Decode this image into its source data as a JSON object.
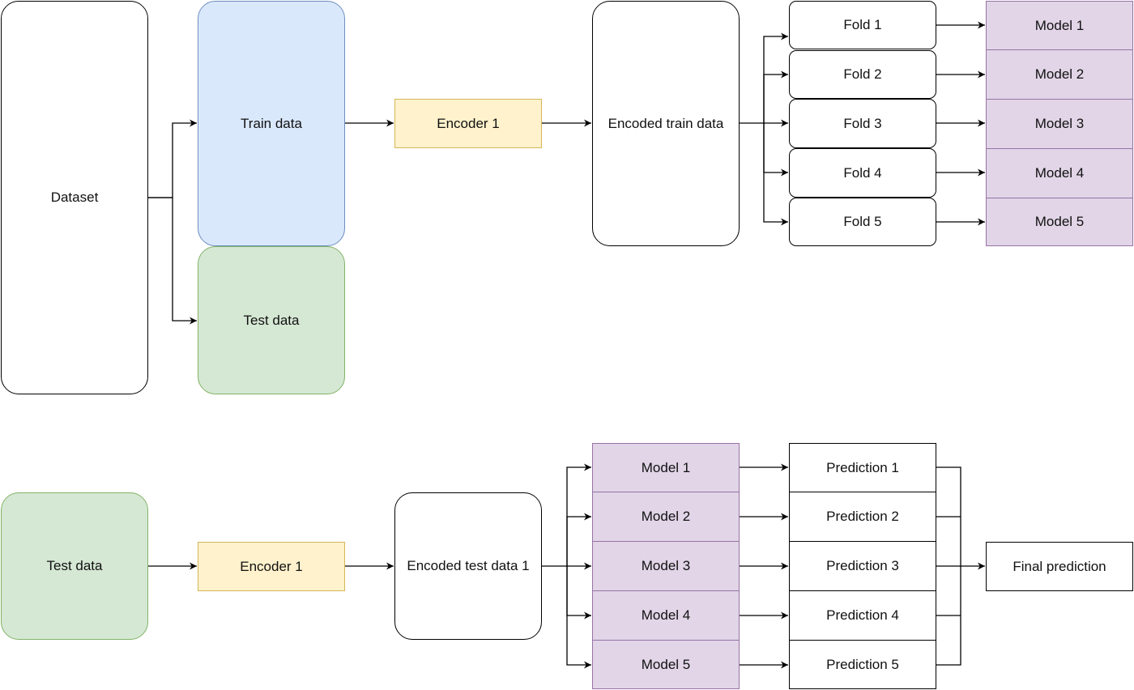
{
  "top": {
    "dataset": "Dataset",
    "train_data": "Train data",
    "test_data": "Test data",
    "encoder": "Encoder 1",
    "encoded_train": "Encoded train data",
    "folds": [
      "Fold 1",
      "Fold 2",
      "Fold 3",
      "Fold 4",
      "Fold 5"
    ],
    "models": [
      "Model 1",
      "Model 2",
      "Model 3",
      "Model 4",
      "Model 5"
    ]
  },
  "bottom": {
    "test_data": "Test data",
    "encoder": "Encoder 1",
    "encoded_test": "Encoded test data 1",
    "models": [
      "Model 1",
      "Model 2",
      "Model 3",
      "Model 4",
      "Model 5"
    ],
    "predictions": [
      "Prediction 1",
      "Prediction 2",
      "Prediction 3",
      "Prediction 4",
      "Prediction 5"
    ],
    "final": "Final prediction"
  },
  "colors": {
    "train_fill": "#dae8fc",
    "train_stroke": "#6c8ebf",
    "test_fill": "#d5e8d4",
    "test_stroke": "#82b366",
    "encoder_fill": "#fff2cc",
    "encoder_stroke": "#d6b656",
    "model_fill": "#e1d5e7",
    "model_stroke": "#9673a6"
  }
}
